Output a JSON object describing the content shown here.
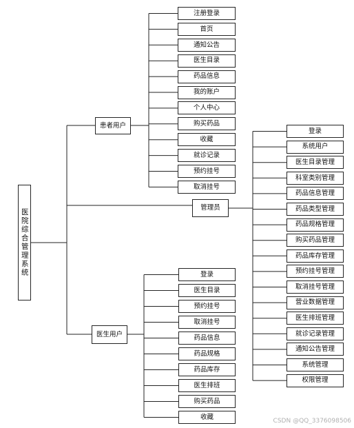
{
  "root": {
    "label": "医院综合管理系统"
  },
  "branches": {
    "patient": {
      "label": "患者用户",
      "items": [
        "注册登录",
        "首页",
        "通知公告",
        "医生目录",
        "药品信息",
        "我的账户",
        "个人中心",
        "购买药品",
        "收藏",
        "就诊记录",
        "预约挂号",
        "取消挂号"
      ]
    },
    "admin": {
      "label": "管理员",
      "items": [
        "登录",
        "系统用户",
        "医生目录管理",
        "科室类别管理",
        "药品信息管理",
        "药品类型管理",
        "药品规格管理",
        "购买药品管理",
        "药品库存管理",
        "预约挂号管理",
        "取消挂号管理",
        "营业数据管理",
        "医生排班管理",
        "就诊记录管理",
        "通知公告管理",
        "系统管理",
        "权限管理"
      ]
    },
    "doctor": {
      "label": "医生用户",
      "items": [
        "登录",
        "医生目录",
        "预约挂号",
        "取消挂号",
        "药品信息",
        "药品规格",
        "药品库存",
        "医生排班",
        "购买药品",
        "收藏"
      ]
    }
  },
  "watermark": "CSDN @QQ_3376098506"
}
